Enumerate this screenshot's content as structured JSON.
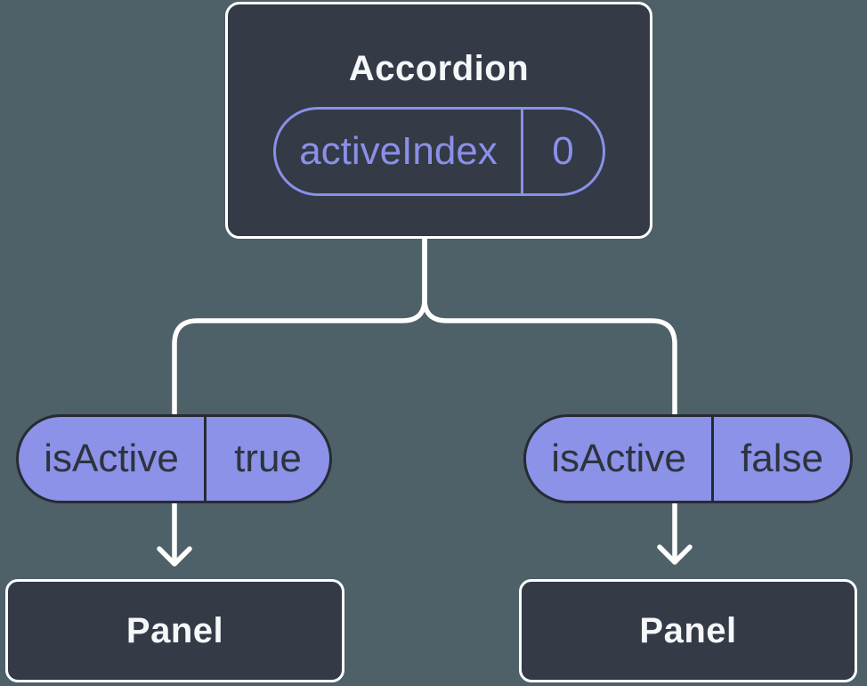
{
  "diagram": {
    "root_node": {
      "label": "Accordion",
      "state_name": "activeIndex",
      "state_value": "0"
    },
    "left_branch": {
      "prop_name": "isActive",
      "prop_value": "true",
      "node_label": "Panel"
    },
    "right_branch": {
      "prop_name": "isActive",
      "prop_value": "false",
      "node_label": "Panel"
    },
    "colors": {
      "background": "#4E6068",
      "node_fill": "#343A46",
      "node_border": "#FFFFFF",
      "node_text": "#F6F7F9",
      "pill_fill": "#8B92E8",
      "pill_border": "#262B33",
      "pill_text": "#2E333D",
      "accent": "#8A90E8",
      "connector": "#FFFFFF"
    }
  }
}
